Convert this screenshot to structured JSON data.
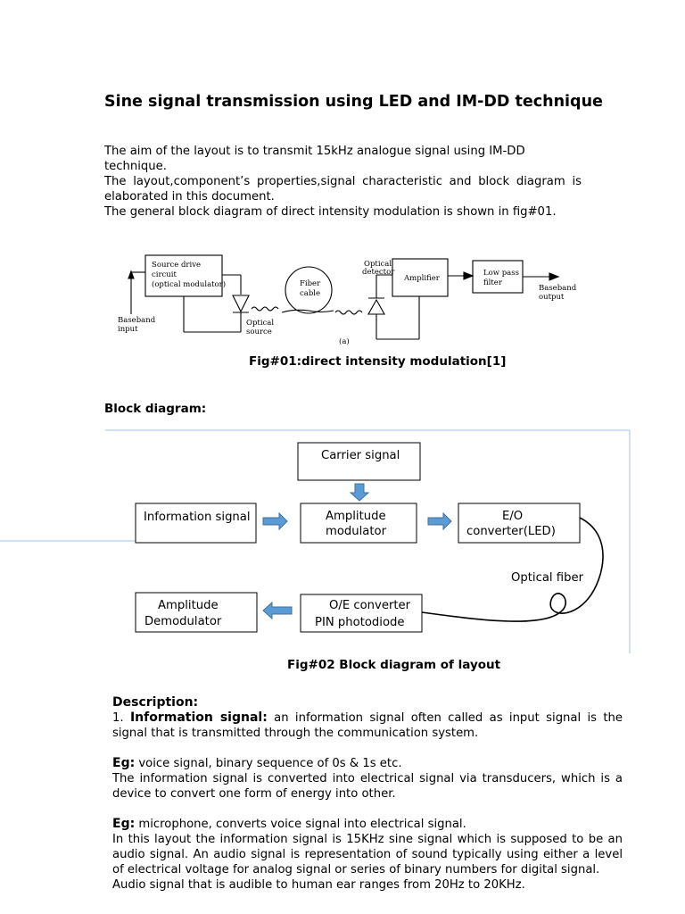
{
  "title": "Sine signal transmission using LED and IM-DD technique",
  "intro": {
    "line1": "The aim of the layout is to transmit 15kHz analogue signal using IM-DD technique.",
    "line2a": "The layout,component’s properties,signal characteristic and block diagram is",
    "line2b": "elaborated in this document.",
    "line3": "The general block diagram of direct intensity modulation is shown in fig#01."
  },
  "fig1": {
    "source_drive_1": "Source drive",
    "source_drive_2": "circuit",
    "source_drive_3": "(optical modulator)",
    "fiber_1": "Fiber",
    "fiber_2": "cable",
    "detector_1": "Optical",
    "detector_2": "detector",
    "amplifier": "Amplifier",
    "lpf_1": "Low pass",
    "lpf_2": "filter",
    "baseband_out_1": "Baseband",
    "baseband_out_2": "output",
    "baseband_in_1": "Baseband",
    "baseband_in_2": "input",
    "optical_source_1": "Optical",
    "optical_source_2": "source",
    "sub_label": "(a)"
  },
  "fig1_caption": "Fig#01:direct intensity modulation[1]",
  "block_heading": "Block diagram:",
  "fig2": {
    "carrier": "Carrier signal",
    "information": "Information signal",
    "am_1": "Amplitude",
    "am_2": "modulator",
    "eo_1": "E/O",
    "eo_2": "converter(LED)",
    "optical_fiber": "Optical fiber",
    "oe_1": "O/E converter",
    "oe_2": "PIN photodiode",
    "demod_1": "Amplitude",
    "demod_2": "Demodulator"
  },
  "fig2_caption": "Fig#02 Block diagram of layout",
  "description": {
    "heading": "Description:",
    "item1_number": "1.",
    "item1_term": "Information signal:",
    "item1_text": " an information signal often called as input signal is the signal that is transmitted through the communication system.",
    "eg1_label": "Eg:",
    "eg1_text": " voice signal, binary sequence of 0s & 1s etc.",
    "para2": "The information signal is converted into electrical signal via transducers, which is a device to convert one form of energy into other.",
    "eg2_label": "Eg:",
    "eg2_text": " microphone, converts voice signal into electrical signal.",
    "para3": "In this layout the information signal is 15KHz sine signal which is supposed to be an audio signal. An audio signal is representation of sound typically using either a level of electrical voltage for analog signal or series of binary numbers for digital signal.",
    "para4": "Audio signal that is audible to human ear ranges from 20Hz to 20KHz."
  }
}
